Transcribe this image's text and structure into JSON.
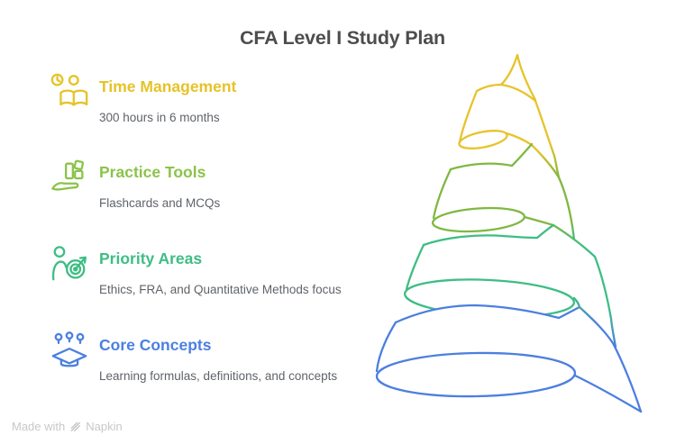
{
  "title": "CFA Level I Study Plan",
  "items": [
    {
      "label": "Time Management",
      "description": "300 hours in 6 months",
      "color": "#E5C328",
      "icon": "clock-reading-person-icon"
    },
    {
      "label": "Practice Tools",
      "description": "Flashcards and MCQs",
      "color": "#8BC34A",
      "icon": "hand-holding-blocks-icon"
    },
    {
      "label": "Priority Areas",
      "description": "Ethics, FRA, and Quantitative Methods focus",
      "color": "#3EBD84",
      "icon": "person-with-target-icon"
    },
    {
      "label": "Core Concepts",
      "description": "Learning formulas, definitions, and concepts",
      "color": "#4B80E1",
      "icon": "graduation-cap-ideas-icon"
    }
  ],
  "colors": {
    "yellow": "#E7C32A",
    "green": "#7FB841",
    "emerald": "#3EBD84",
    "blue": "#4C7FE0",
    "title_text": "#4D4D4D",
    "description_text": "#5F6368",
    "watermark_text": "#C8C8C8",
    "watermark_icon": "#BDBDBD"
  },
  "watermark": {
    "prefix": "Made with",
    "brand": "Napkin"
  },
  "spiral": {
    "bands": [
      "yellow",
      "green",
      "emerald",
      "blue"
    ]
  }
}
